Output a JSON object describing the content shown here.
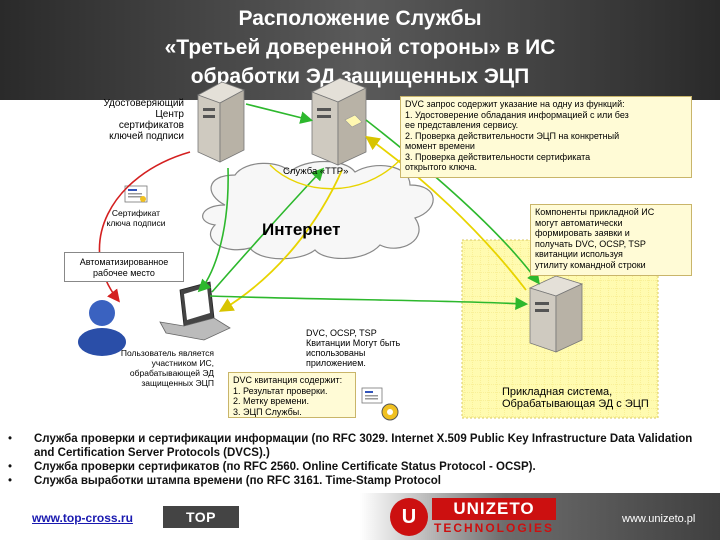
{
  "title": {
    "lines": [
      "Расположение Службы",
      "«Третьей доверенной стороны» в ИС",
      "обработки ЭД защищенных ЭЦП"
    ]
  },
  "diagram": {
    "ca_label": [
      "Удостоверяющий",
      "Центр",
      "сертификатов",
      "ключей подписи"
    ],
    "ttp_label": "Служба «TTP»",
    "internet_label": "Интернет",
    "cert_label": [
      "Сертификат",
      "ключа подписи"
    ],
    "workstation_label": [
      "Автоматизированное",
      "рабочее место"
    ],
    "user_label": [
      "Пользователь является",
      "участником ИС,",
      "обрабатывающей ЭД",
      "защищенных ЭЦП"
    ],
    "dvc_request_box": [
      "DVC запрос содержит указание на одну из функций:",
      "1. Удостоверение обладания информацией с или без",
      "ее представления сервису.",
      "2. Проверка действительности ЭЦП на конкретный",
      "момент времени",
      "3. Проверка действительности сертификата",
      "открытого ключа."
    ],
    "app_components_box": [
      "Компоненты прикладной ИС",
      "могут автоматически",
      "формировать заявки и",
      "получать DVC, OCSP, TSP",
      "квитанции используя",
      "утилиту командной строки"
    ],
    "receipts_note": [
      "DVC, OCSP, TSP",
      "Квитанции Могут быть",
      "использованы",
      "приложением."
    ],
    "dvc_receipt_box": [
      "DVC квитанция содержит:",
      "1. Результат проверки.",
      "2. Метку времени.",
      "3. ЭЦП Службы."
    ],
    "app_system_label": [
      "Прикладная система,",
      "Обрабатывающая ЭД с ЭЦП"
    ]
  },
  "bullets": [
    "Служба проверки и сертификации информации (по RFC 3029. Internet X.509 Public Key Infrastructure Data Validation and Certification Server Protocols (DVCS).)",
    "Служба проверки сертификатов (по RFC 2560. Online Certificate Status Protocol - OCSP).",
    "Служба выработки штампа времени (по RFC 3161. Time-Stamp Protocol"
  ],
  "bullet_symbol": "•",
  "footer": {
    "link": "www.top-cross.ru",
    "topcross_logo": "TOP CROSS",
    "unizeto_u": "U",
    "unizeto_name": "UNIZETO",
    "unizeto_tech": "TECHNOLOGIES",
    "site": "www.unizeto.pl"
  },
  "colors": {
    "arrow_green": "#2db82d",
    "arrow_yellow": "#e8d400",
    "arrow_red": "#d42020",
    "cloud_fill": "#f7f7f7",
    "app_zone": "#fffbb0",
    "brand_red": "#cc1010"
  },
  "icons": [
    "server-icon",
    "certificate-icon",
    "user-icon",
    "laptop-icon",
    "cloud-icon",
    "seal-icon"
  ]
}
